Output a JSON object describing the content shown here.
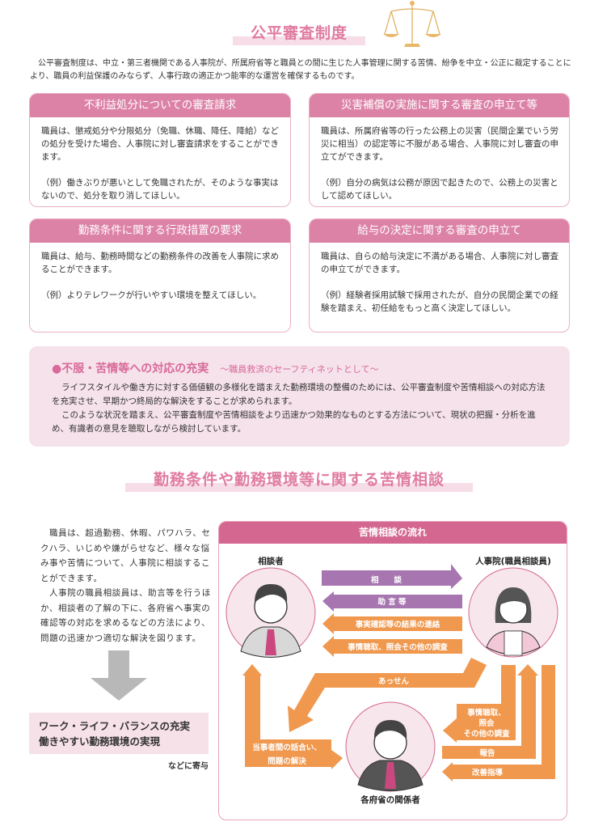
{
  "section1": {
    "title": "公平審査制度",
    "intro": "公平審査制度は、中立・第三者機関である人事院が、所属府省等と職員との間に生じた人事管理に関する苦情、紛争を中立・公正に裁定することにより、職員の利益保護のみならず、人事行政の適正かつ能率的な運営を確保するものです。",
    "cards": [
      {
        "title": "不利益処分についての審査請求",
        "body": "職員は、懲戒処分や分限処分（免職、休職、降任、降給）などの処分を受けた場合、人事院に対し審査請求をすることができます。",
        "example": "（例）働きぶりが悪いとして免職されたが、そのような事実はないので、処分を取り消してほしい。"
      },
      {
        "title": "災害補償の実施に関する審査の申立て等",
        "body": "職員は、所属府省等の行った公務上の災害（民間企業でいう労災に相当）の認定等に不服がある場合、人事院に対し審査の申立てができます。",
        "example": "（例）自分の病気は公務が原因で起きたので、公務上の災害として認めてほしい。"
      },
      {
        "title": "勤務条件に関する行政措置の要求",
        "body": "職員は、給与、勤務時間などの勤務条件の改善を人事院に求めることができます。",
        "example": "（例）よりテレワークが行いやすい環境を整えてほしい。"
      },
      {
        "title": "給与の決定に関する審査の申立て",
        "body": "職員は、自らの給与決定に不満がある場合、人事院に対し審査の申立てができます。",
        "example": "（例）経験者採用試験で採用されたが、自分の民間企業での経験を踏まえ、初任給をもっと高く決定してほしい。"
      }
    ],
    "enhance": {
      "heading": "●不服・苦情等への対応の充実",
      "subheading": "～職員救済のセーフティネットとして～",
      "p1": "ライフスタイルや働き方に対する価値観の多様化を踏まえた勤務環境の整備のためには、公平審査制度や苦情相談への対応方法を充実させ、早期かつ終局的な解決をすることが求められます。",
      "p2": "このような状況を踏まえ、公平審査制度や苦情相談をより迅速かつ効果的なものとする方法について、現状の把握・分析を進め、有識者の意見を聴取しながら検討しています。"
    }
  },
  "section2": {
    "title": "勤務条件や勤務環境等に関する苦情相談",
    "p1": "職員は、超過勤務、休暇、パワハラ、セクハラ、いじめや嫌がらせなど、様々な悩み事や苦情について、人事院に相談することができます。",
    "p2": "人事院の職員相談員は、助言等を行うほか、相談者の了解の下に、各府省へ事実の確認等の対応を求めるなどの方法により、問題の迅速かつ適切な解決を図ります。",
    "result_line1": "ワーク・ライフ・バランスの充実",
    "result_line2": "働きやすい勤務環境の実現",
    "contrib": "などに寄与",
    "diagram": {
      "title": "苦情相談の流れ",
      "consultant": "相談者",
      "npa": "人事院(職員相談員)",
      "ministry": "各府省の関係者",
      "a_consult": "相　　談",
      "a_advice": "助 言 等",
      "a_result": "事実確認等の結果の連絡",
      "a_inquiry": "事情聴取、照会その他の調査",
      "a_mediation": "あっせん",
      "a_settle1": "当事者間の話合い、",
      "a_settle2": "問題の解決",
      "a_inq1": "事情聴取、",
      "a_inq2": "照会",
      "a_inq3": "その他の調査",
      "a_report": "報告",
      "a_guidance": "改善指導"
    }
  },
  "colors": {
    "pink": "#dc82a6",
    "purple": "#a776b0",
    "orange": "#f0984e"
  }
}
